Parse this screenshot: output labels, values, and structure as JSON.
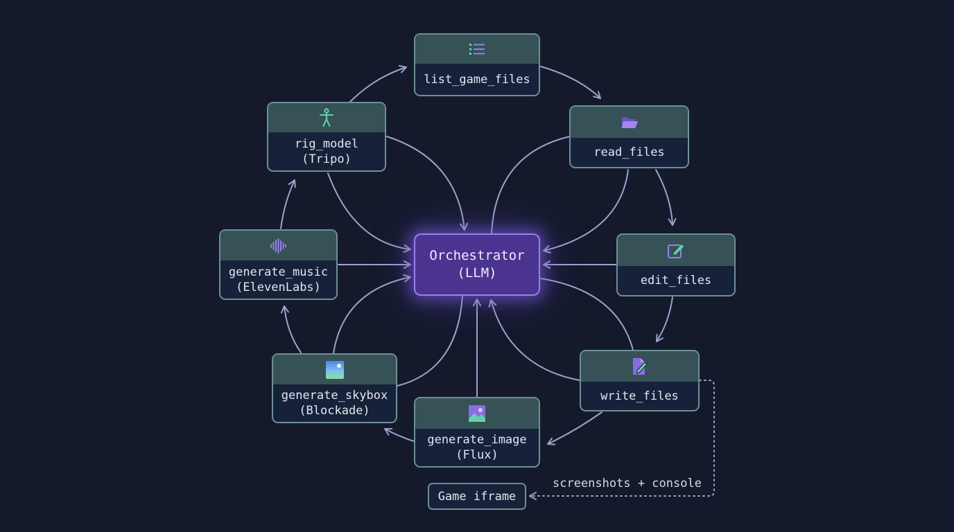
{
  "center": {
    "line1": "Orchestrator",
    "line2": "(LLM)"
  },
  "nodes": {
    "list_game_files": {
      "lines": [
        "list_game_files"
      ],
      "icon": "list-icon"
    },
    "read_files": {
      "lines": [
        "read_files"
      ],
      "icon": "folder-icon"
    },
    "edit_files": {
      "lines": [
        "edit_files"
      ],
      "icon": "edit-icon"
    },
    "write_files": {
      "lines": [
        "write_files"
      ],
      "icon": "write-file-icon"
    },
    "generate_image": {
      "lines": [
        "generate_image",
        "(Flux)"
      ],
      "icon": "image-icon"
    },
    "generate_skybox": {
      "lines": [
        "generate_skybox",
        "(Blockade)"
      ],
      "icon": "skybox-icon"
    },
    "generate_music": {
      "lines": [
        "generate_music",
        "(ElevenLabs)"
      ],
      "icon": "audio-wave-icon"
    },
    "rig_model": {
      "lines": [
        "rig_model",
        "(Tripo)"
      ],
      "icon": "figure-icon"
    }
  },
  "game_iframe": {
    "label": "Game iframe"
  },
  "feedback_label": "screenshots + console",
  "colors": {
    "background": "#141a2c",
    "node_header": "#365257",
    "node_body": "#17213a",
    "node_border": "#6f8f96",
    "center_fill": "#4a3490",
    "center_border": "#9c7ef0",
    "edge": "#9ea3cc",
    "icon_green": "#5fd6a8",
    "icon_purple": "#9b7fe8"
  }
}
